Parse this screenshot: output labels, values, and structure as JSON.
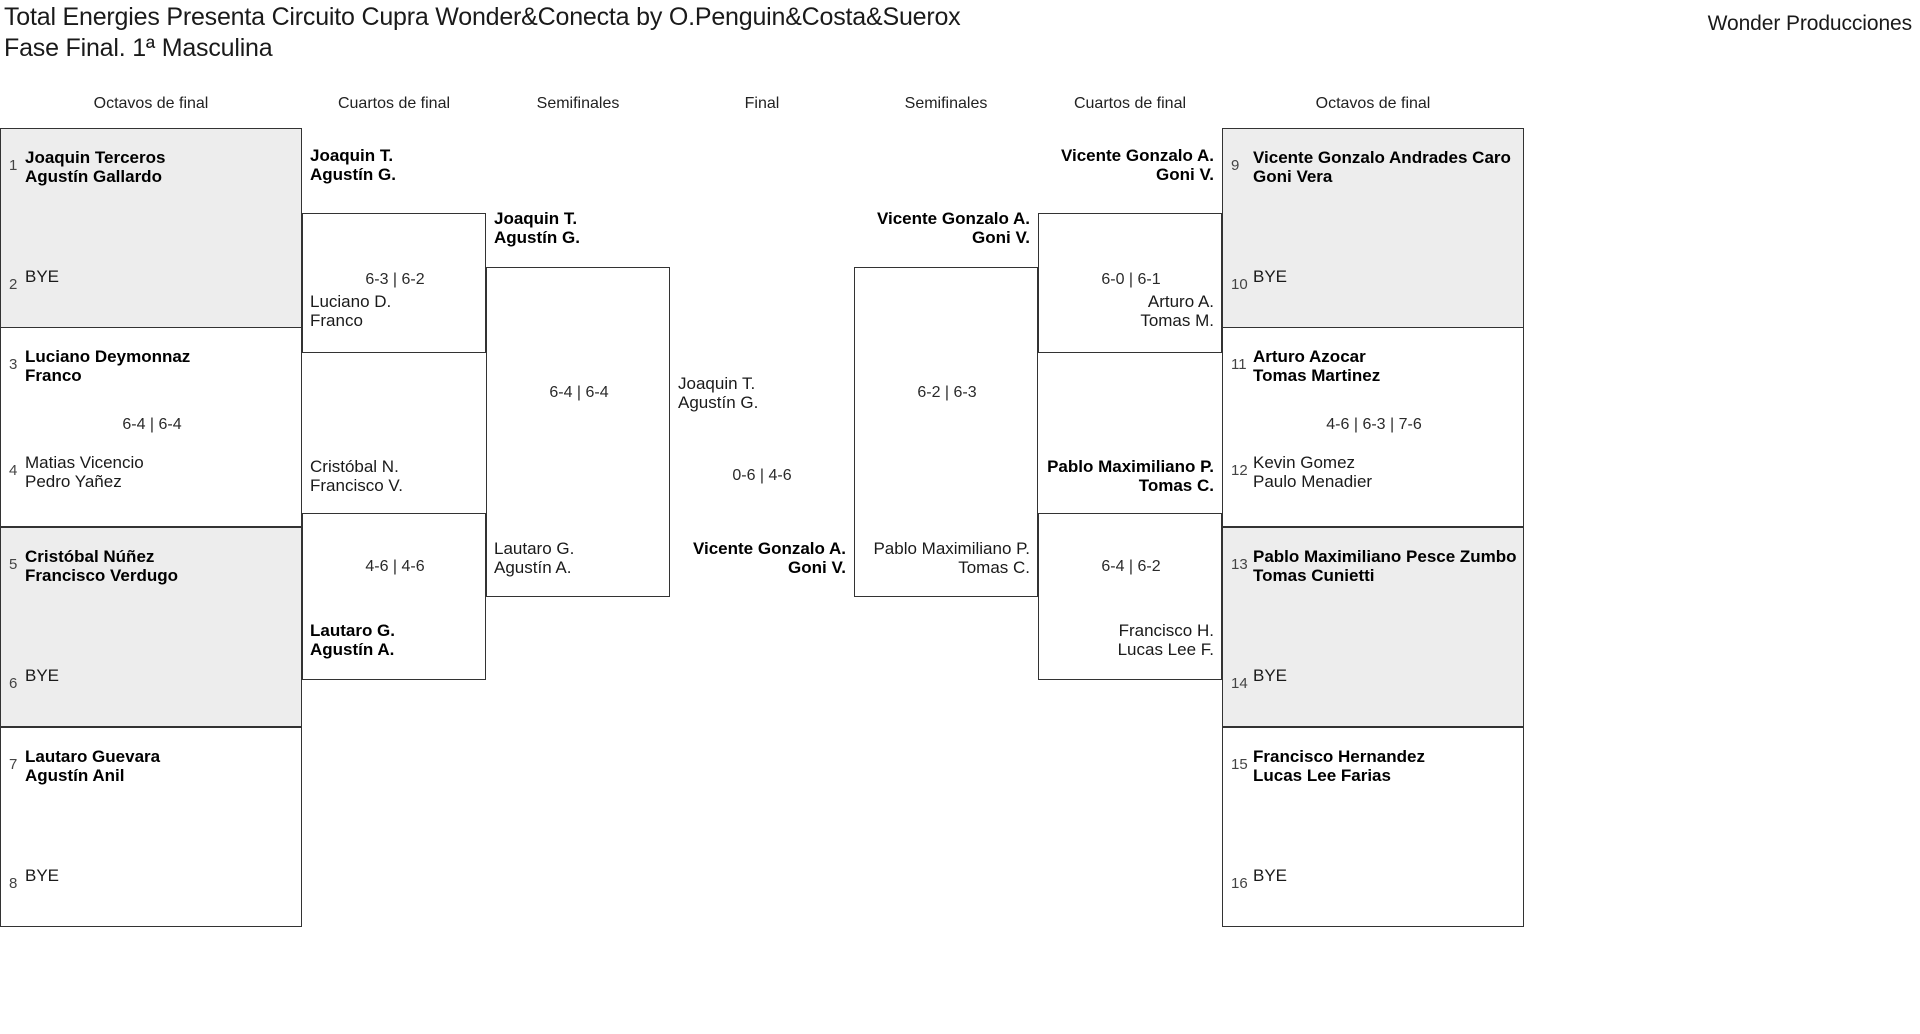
{
  "header": {
    "title_line1": "Total Energies Presenta Circuito Cupra Wonder&Conecta by O.Penguin&Costa&Suerox",
    "title_line2": "Fase Final. 1ª Masculina",
    "brand": "Wonder Producciones"
  },
  "rounds": {
    "r16_left": "Octavos de final",
    "qf_left": "Cuartos de final",
    "sf_left": "Semifinales",
    "final": "Final",
    "sf_right": "Semifinales",
    "qf_right": "Cuartos de final",
    "r16_right": "Octavos de final"
  },
  "colors": {
    "shade": "#ededed",
    "border": "#333333",
    "text": "#1a1a1a",
    "background": "#ffffff"
  },
  "left": {
    "r16": [
      {
        "seed": "1",
        "p1": "Joaquin Terceros",
        "p2": "Agustín Gallardo",
        "winner": true,
        "shaded": true
      },
      {
        "seed": "2",
        "p1": "BYE",
        "p2": "",
        "winner": false,
        "shaded": true
      },
      {
        "seed": "3",
        "p1": "Luciano Deymonnaz",
        "p2": "Franco",
        "winner": true,
        "shaded": false
      },
      {
        "seed": "4",
        "p1": "Matias Vicencio",
        "p2": "Pedro Yañez",
        "winner": false,
        "shaded": false
      },
      {
        "seed": "5",
        "p1": "Cristóbal Núñez",
        "p2": "Francisco Verdugo",
        "winner": true,
        "shaded": true
      },
      {
        "seed": "6",
        "p1": "BYE",
        "p2": "",
        "winner": false,
        "shaded": true
      },
      {
        "seed": "7",
        "p1": "Lautaro Guevara",
        "p2": "Agustín Anil",
        "winner": true,
        "shaded": false
      },
      {
        "seed": "8",
        "p1": "BYE",
        "p2": "",
        "winner": false,
        "shaded": false
      }
    ],
    "r16_scores": [
      "",
      "6-4 | 6-4",
      "",
      ""
    ],
    "qf": [
      {
        "p1": "Joaquin T.",
        "p2": "Agustín G.",
        "winner": true
      },
      {
        "p1": "Luciano D.",
        "p2": "Franco",
        "winner": false
      },
      {
        "p1": "Cristóbal N.",
        "p2": "Francisco V.",
        "winner": false
      },
      {
        "p1": "Lautaro G.",
        "p2": "Agustín A.",
        "winner": true
      }
    ],
    "qf_scores": [
      "6-3 | 6-2",
      "4-6 | 4-6"
    ],
    "sf": [
      {
        "p1": "Joaquin T.",
        "p2": "Agustín G.",
        "winner": true
      },
      {
        "p1": "Lautaro G.",
        "p2": "Agustín A.",
        "winner": false
      }
    ],
    "sf_score": "6-4 | 6-4"
  },
  "final": {
    "top": {
      "p1": "Joaquin T.",
      "p2": "Agustín G.",
      "winner": false
    },
    "bottom": {
      "p1": "Vicente Gonzalo A.",
      "p2": "Goni V.",
      "winner": true
    },
    "score": "0-6 | 4-6"
  },
  "right": {
    "sf": [
      {
        "p1": "Vicente Gonzalo A.",
        "p2": "Goni V.",
        "winner": true
      },
      {
        "p1": "Pablo Maximiliano P.",
        "p2": "Tomas C.",
        "winner": false
      }
    ],
    "sf_score": "6-2 | 6-3",
    "qf": [
      {
        "p1": "Vicente Gonzalo A.",
        "p2": "Goni V.",
        "winner": true
      },
      {
        "p1": "Arturo A.",
        "p2": "Tomas M.",
        "winner": false
      },
      {
        "p1": "Pablo Maximiliano P.",
        "p2": "Tomas C.",
        "winner": true
      },
      {
        "p1": "Francisco H.",
        "p2": "Lucas Lee F.",
        "winner": false
      }
    ],
    "qf_scores": [
      "6-0 | 6-1",
      "6-4 | 6-2"
    ],
    "r16": [
      {
        "seed": "9",
        "p1": "Vicente Gonzalo Andrades Caro",
        "p2": "Goni Vera",
        "winner": true,
        "shaded": true
      },
      {
        "seed": "10",
        "p1": "BYE",
        "p2": "",
        "winner": false,
        "shaded": true
      },
      {
        "seed": "11",
        "p1": "Arturo Azocar",
        "p2": "Tomas Martinez",
        "winner": true,
        "shaded": false
      },
      {
        "seed": "12",
        "p1": "Kevin Gomez",
        "p2": "Paulo Menadier",
        "winner": false,
        "shaded": false
      },
      {
        "seed": "13",
        "p1": "Pablo Maximiliano Pesce Zumbo",
        "p2": "Tomas Cunietti",
        "winner": true,
        "shaded": true
      },
      {
        "seed": "14",
        "p1": "BYE",
        "p2": "",
        "winner": false,
        "shaded": true
      },
      {
        "seed": "15",
        "p1": "Francisco Hernandez",
        "p2": "Lucas Lee Farias",
        "winner": true,
        "shaded": false
      },
      {
        "seed": "16",
        "p1": "BYE",
        "p2": "",
        "winner": false,
        "shaded": false
      }
    ],
    "r16_scores": [
      "",
      "4-6 | 6-3 | 7-6",
      "",
      ""
    ]
  }
}
